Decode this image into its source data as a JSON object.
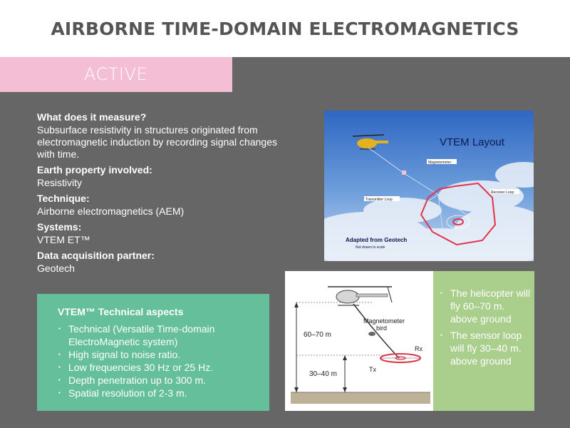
{
  "slide": {
    "title": "AIRBORNE TIME-DOMAIN ELECTROMAGNETICS",
    "status_tag": "ACTIVE"
  },
  "info": [
    {
      "label": "What does it measure?",
      "value": "Subsurface resistivity in structures originated from electromagnetic induction by recording signal changes with time."
    },
    {
      "label": "Earth property involved:",
      "value": "Resistivity"
    },
    {
      "label": "Technique:",
      "value": "Airborne electromagnetics (AEM)"
    },
    {
      "label": "Systems:",
      "value": "VTEM ET™"
    },
    {
      "label": "Data acquisition partner:",
      "value": "Geotech"
    }
  ],
  "photo": {
    "heading": "VTEM Layout",
    "labels": {
      "magnetometer": "Magnetometer",
      "transmitter_loop": "Transmitter Loop",
      "receiver_loop": "Receiver Loop"
    },
    "credit": "Adapted from Geotech",
    "note": "Not drawn to scale"
  },
  "diagram": {
    "height_upper": "60–70 m",
    "height_lower": "30–40 m",
    "bird_label_line1": "Magnetometer",
    "bird_label_line2": "bird",
    "rx": "Rx",
    "tx": "Tx"
  },
  "flight_notes": [
    "The helicopter will fly 60–70 m. above ground",
    "The sensor loop will fly 30–40 m. above ground"
  ],
  "technical": {
    "title": "VTEM™ Technical aspects",
    "items": [
      "Technical (Versatile Time-domain ElectroMagnetic system)",
      "High signal to noise ratio.",
      "Low frequencies 30 Hz or 25 Hz.",
      "Depth penetration up to 300 m.",
      "Spatial resolution of 2-3 m."
    ]
  },
  "colors": {
    "background": "#666666",
    "tag": "#f4bfd4",
    "technical_box": "#65bf9b",
    "notes_box": "#aace8c",
    "loop": "#e0344a"
  }
}
